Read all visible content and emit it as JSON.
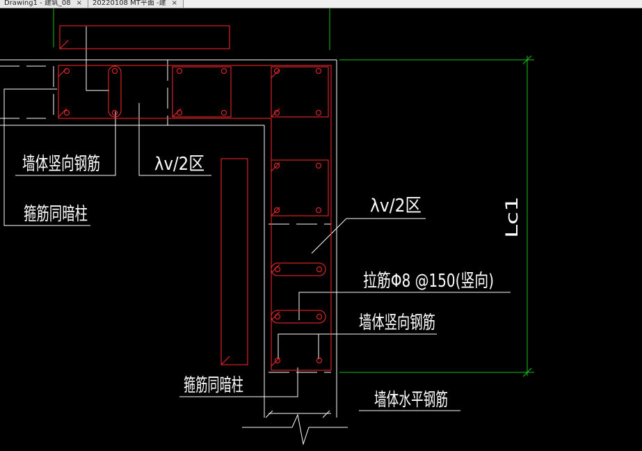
{
  "tabs": [
    {
      "label": "Drawing1 - 建筑_08",
      "close": "×"
    },
    {
      "label": "20220108 MT平面 -建",
      "close": "×"
    }
  ],
  "labels": {
    "wall_vertical_top": "墙体竖向钢筋",
    "lambda_top": "λv/2区",
    "stirrup_top": "箍筋同暗柱",
    "lambda_right": "λv/2区",
    "tie_bar": "拉筋Φ8 @150(竖向)",
    "wall_vertical_right": "墙体竖向钢筋",
    "stirrup_bottom": "箍筋同暗柱",
    "wall_horizontal": "墙体水平钢筋",
    "dimension": "Lc1"
  },
  "colors": {
    "background": "#000000",
    "lines": "#ffffff",
    "rebar": "#ff2a2a",
    "dimension": "#19c219"
  }
}
